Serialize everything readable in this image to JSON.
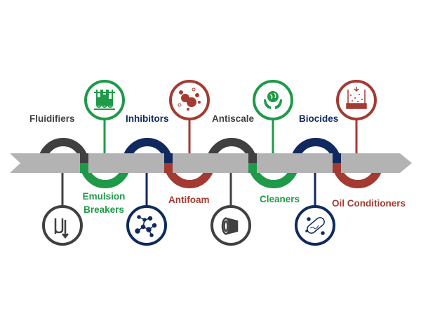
{
  "colors": {
    "dark": "#404040",
    "green": "#1f9a48",
    "navy": "#102a60",
    "red": "#a33b33",
    "band": "#b3b3b3"
  },
  "stages": [
    {
      "label": "Fluidifiers",
      "color": "dark",
      "position": "top",
      "icon": "viscosity-mu-arrow-icon"
    },
    {
      "label": "Emulsion Breakers",
      "line1": "Emulsion",
      "line2": "Breakers",
      "color": "green",
      "position": "bottom",
      "icon": "test-tubes-icon"
    },
    {
      "label": "Inhibitors",
      "color": "navy",
      "position": "top",
      "icon": "molecule-icon"
    },
    {
      "label": "Antifoam",
      "color": "red",
      "position": "bottom",
      "icon": "foam-bubbles-icon"
    },
    {
      "label": "Antiscale",
      "color": "dark",
      "position": "top",
      "icon": "pipe-icon"
    },
    {
      "label": "Cleaners",
      "color": "green",
      "position": "bottom",
      "icon": "globe-hands-icon"
    },
    {
      "label": "Biocides",
      "color": "navy",
      "position": "top",
      "icon": "bacteria-icon"
    },
    {
      "label": "Oil Conditioners",
      "color": "red",
      "position": "bottom",
      "icon": "settling-tank-icon"
    }
  ]
}
